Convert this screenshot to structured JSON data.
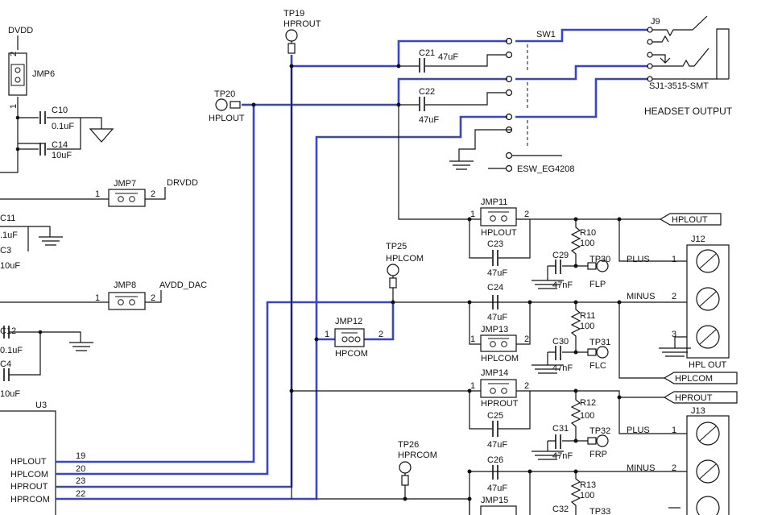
{
  "labels": {
    "dvdd": "DVDD",
    "jmp6": "JMP6",
    "jmp6_p2": "2",
    "jmp6_p1": "1",
    "c10": "C10",
    "c10_v": "0.1uF",
    "c14": "C14",
    "c14_v": "10uF",
    "jmp7": "JMP7",
    "jmp7_p1": "1",
    "jmp7_p2": "2",
    "drvdd": "DRVDD",
    "c11": "C11",
    "c11_v": ".1uF",
    "c3": "C3",
    "c3_v": "10uF",
    "jmp8": "JMP8",
    "jmp8_p1": "1",
    "jmp8_p2": "2",
    "avdd_dac": "AVDD_DAC",
    "c12": "C12",
    "c12_v": "0.1uF",
    "c4": "C4",
    "c4_v": "10uF",
    "u3": "U3",
    "tp19": "TP19",
    "tp19_n": "HPROUT",
    "tp20": "TP20",
    "tp20_n": "HPLOUT",
    "c21": "C21",
    "c21_v": "47uF",
    "c22": "C22",
    "c22_v": "47uF",
    "sw1": "SW1",
    "esw": "ESW_EG4208",
    "j9": "J9",
    "sj1": "SJ1-3515-SMT",
    "headset": "HEADSET OUTPUT",
    "jmp11": "JMP11",
    "jmp11_p1": "1",
    "jmp11_p2": "2",
    "jmp11_n": "HPLOUT",
    "c23": "C23",
    "c23_v": "47uF",
    "r10": "R10",
    "r10_v": "100",
    "c29": "C29",
    "c29_v": "47nF",
    "tp30": "TP30",
    "tp30_n": "FLP",
    "hplout_flag": "HPLOUT",
    "j12": "J12",
    "plus1": "PLUS",
    "minus1": "MINUS",
    "j12_p1": "1",
    "j12_p2": "2",
    "j12_p3": "3",
    "hpl_out": "HPL OUT",
    "tp25": "TP25",
    "tp25_n": "HPLCOM",
    "c24": "C24",
    "c24_v": "47uF",
    "jmp12": "JMP12",
    "jmp12_p1": "1",
    "jmp12_p2": "2",
    "jmp12_n": "HPCOM",
    "jmp13": "JMP13",
    "jmp13_p1": "1",
    "jmp13_p2": "2",
    "jmp13_n": "HPLCOM",
    "r11": "R11",
    "r11_v": "100",
    "c30": "C30",
    "c30_v": "47nF",
    "tp31": "TP31",
    "tp31_n": "FLC",
    "hplcom_flag": "HPLCOM",
    "jmp14": "JMP14",
    "jmp14_p1": "1",
    "jmp14_p2": "2",
    "jmp14_n": "HPROUT",
    "hprout_flag": "HPROUT",
    "c25": "C25",
    "c25_v": "47uF",
    "r12": "R12",
    "r12_v": "100",
    "c31": "C31",
    "c31_v": "47nF",
    "tp32": "TP32",
    "tp32_n": "FRP",
    "j13": "J13",
    "plus2": "PLUS",
    "minus2": "MINUS",
    "j13_p1": "1",
    "j13_p2": "2",
    "tp26": "TP26",
    "tp26_n": "HPRCOM",
    "c26": "C26",
    "c26_v": "47uF",
    "jmp15": "JMP15",
    "r13": "R13",
    "r13_v": "100",
    "c32": "C32",
    "tp33": "TP33"
  },
  "u3_pins": [
    {
      "name": "HPLOUT",
      "num": "19"
    },
    {
      "name": "HPLCOM",
      "num": "20"
    },
    {
      "name": "HPROUT",
      "num": "23"
    },
    {
      "name": "HPRCOM",
      "num": "22"
    }
  ],
  "colors": {
    "highlight": "#3a44c8",
    "ink": "#111111"
  }
}
